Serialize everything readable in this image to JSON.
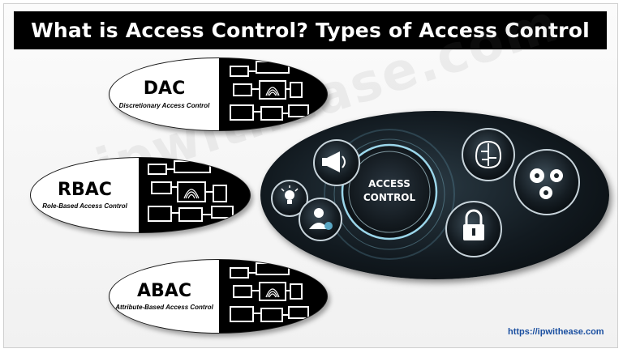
{
  "header": {
    "title": "What is Access Control? Types of Access Control"
  },
  "watermark": {
    "text": "ipwithease.com"
  },
  "types": [
    {
      "abbr": "DAC",
      "full": "Discretionary Access Control"
    },
    {
      "abbr": "RBAC",
      "full": "Role-Based Access Control"
    },
    {
      "abbr": "ABAC",
      "full": "Attribute-Based Access Control"
    }
  ],
  "hub": {
    "line1": "ACCESS",
    "line2": "CONTROL"
  },
  "footer": {
    "url": "https://ipwithease.com"
  },
  "colors": {
    "title_bg": "#000000",
    "title_text": "#ffffff",
    "url": "#1a4fa0",
    "hub_glow": "#8fd0e6"
  },
  "icons": [
    "fingerprint-icon",
    "monitor-icon",
    "megaphone-icon",
    "lightbulb-icon",
    "user-check-icon",
    "brain-icon",
    "gears-icon",
    "padlock-icon"
  ]
}
